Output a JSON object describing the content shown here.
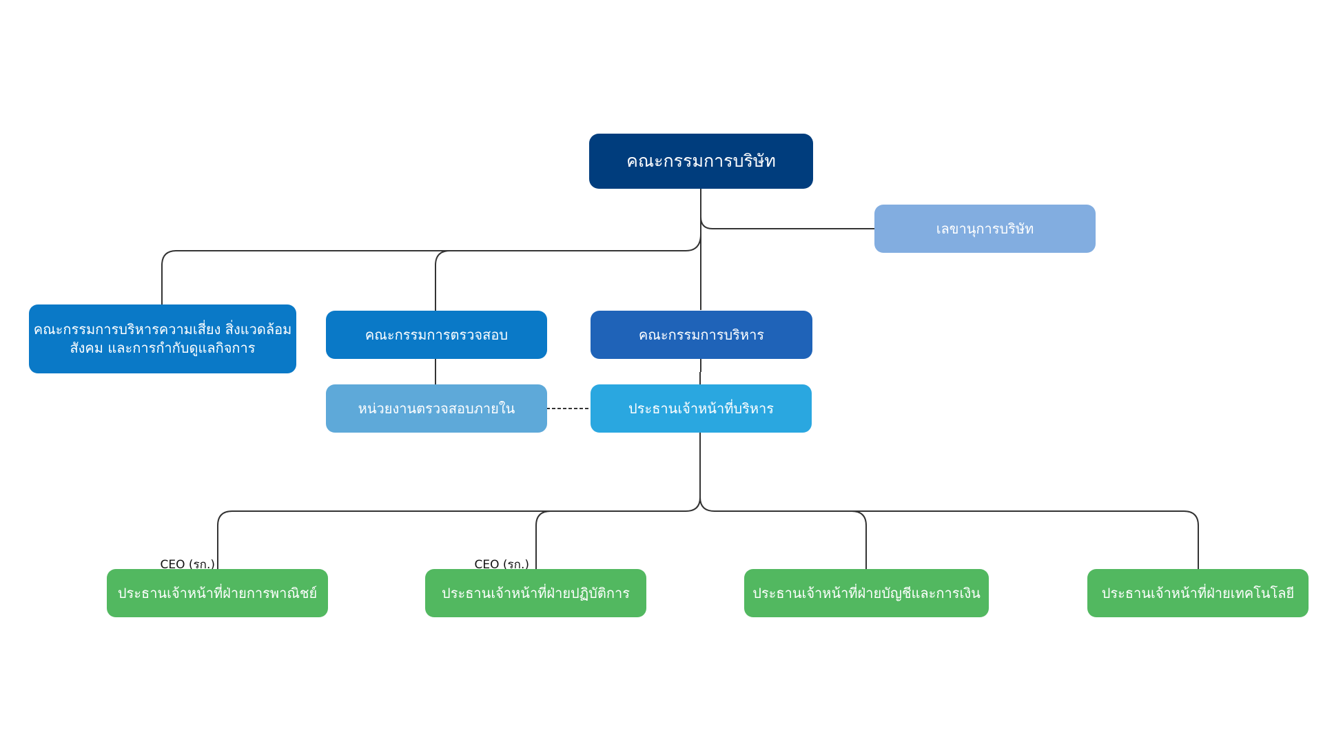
{
  "board": {
    "label": "คณะกรรมการบริษัท",
    "color": "#003d7d"
  },
  "secretary": {
    "label": "เลขานุการบริษัท",
    "color": "#82ade0"
  },
  "risk_committee": {
    "line1": "คณะกรรมการบริหารความเสี่ยง สิ่งแวดล้อม",
    "line2": "สังคม และการกำกับดูแลกิจการ",
    "color": "#0a79c7"
  },
  "audit_committee": {
    "label": "คณะกรรมการตรวจสอบ",
    "color": "#0a79c7"
  },
  "executive_committee": {
    "label": "คณะกรรมการบริหาร",
    "color": "#1f63b8"
  },
  "internal_audit": {
    "label": "หน่วยงานตรวจสอบภายใน",
    "color": "#5ea9d9"
  },
  "ceo": {
    "label": "ประธานเจ้าหน้าที่บริหาร",
    "color": "#2aa7e0"
  },
  "departments": [
    {
      "label": "ประธานเจ้าหน้าที่ฝ่ายการพาณิชย์",
      "note": "CEO (รก.)"
    },
    {
      "label": "ประธานเจ้าหน้าที่ฝ่ายปฏิบัติการ",
      "note": "CEO (รก.)"
    },
    {
      "label": "ประธานเจ้าหน้าที่ฝ่ายบัญชีและการเงิน",
      "note": ""
    },
    {
      "label": "ประธานเจ้าหน้าที่ฝ่ายเทคโนโลยี",
      "note": ""
    }
  ],
  "colors": {
    "department": "#52b860",
    "line": "#333333"
  }
}
